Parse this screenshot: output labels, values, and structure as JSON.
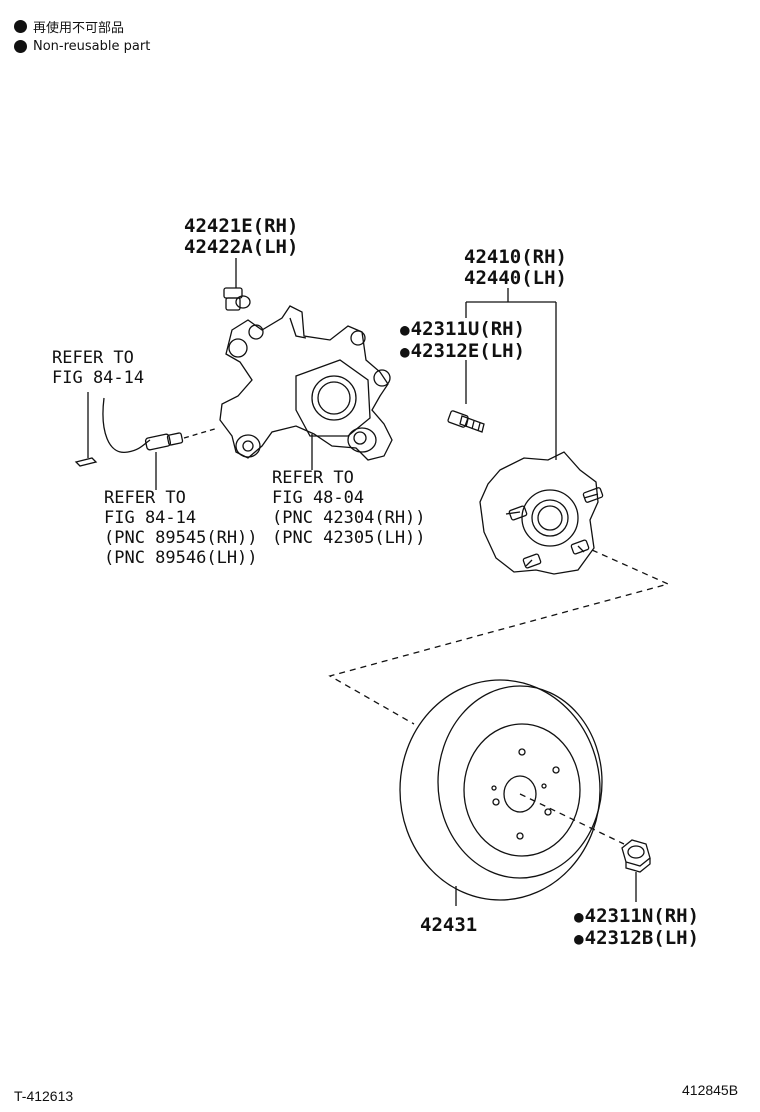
{
  "legend": {
    "jp": "再使用不可部品",
    "en": "Non-reusable part"
  },
  "parts": {
    "bolt_rh": "42421E(RH)",
    "bolt_lh": "42422A(LH)",
    "hub_rh": "42410(RH)",
    "hub_lh": "42440(LH)",
    "hub_bolt_rh": "42311U(RH)",
    "hub_bolt_lh": "42312E(LH)",
    "disc": "42431",
    "nut_rh": "42311N(RH)",
    "nut_lh": "42312B(LH)"
  },
  "refs": {
    "sensor_wire_1": "REFER TO",
    "sensor_wire_2": "FIG 84-14",
    "sensor_1": "REFER TO",
    "sensor_2": "FIG 84-14",
    "sensor_3": "(PNC 89545(RH))",
    "sensor_4": "(PNC 89546(LH))",
    "knuckle_1": "REFER TO",
    "knuckle_2": "FIG 48-04",
    "knuckle_3": "(PNC 42304(RH))",
    "knuckle_4": "(PNC 42305(LH))"
  },
  "footer": {
    "left": "T-412613",
    "right": "412845B"
  }
}
